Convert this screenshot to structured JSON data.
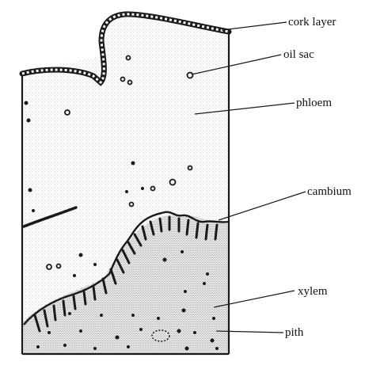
{
  "diagram": {
    "labels": {
      "cork_layer": "cork layer",
      "oil_sac": "oil sac",
      "phloem": "phloem",
      "cambium": "cambium",
      "xylem": "xylem",
      "pith": "pith"
    },
    "colors": {
      "ink": "#1a1a1a",
      "background": "#ffffff",
      "stipple": "#cfcfcf"
    }
  }
}
